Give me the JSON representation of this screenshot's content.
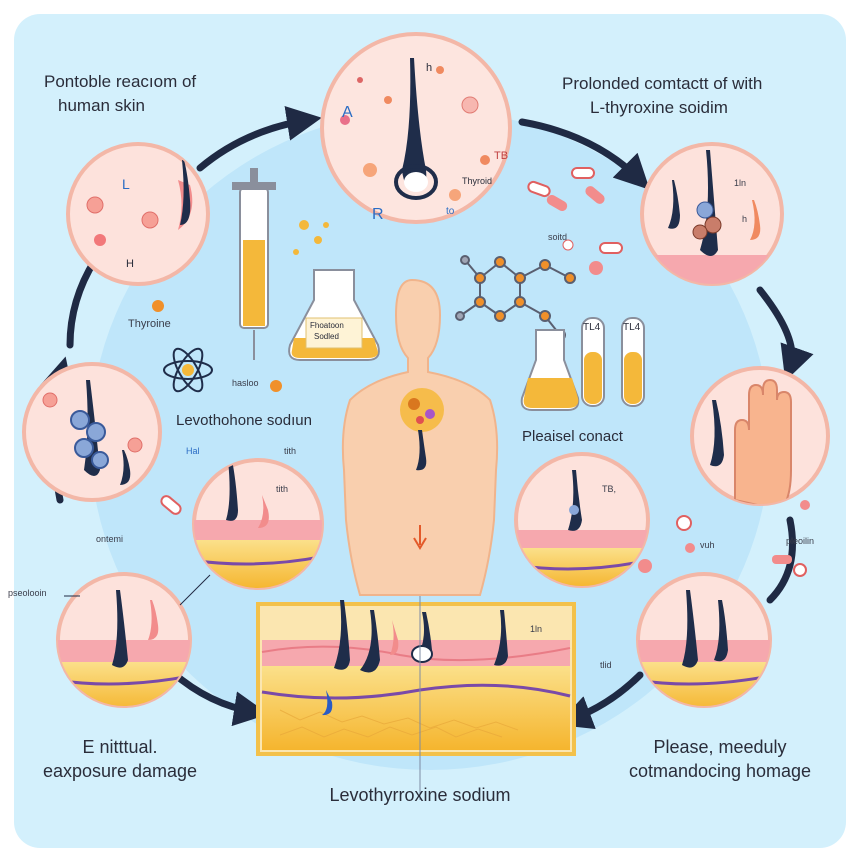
{
  "headings": {
    "top_left": [
      "Pontoble reacıom of",
      "human skin"
    ],
    "top_right": [
      "Prolonded comtactt of with",
      "L-thyroxine soidim"
    ],
    "bottom_left": [
      "E nitttual.",
      "eaxposure damage"
    ],
    "bottom_right": [
      "Please, meeduly",
      "cotmandocing homage"
    ],
    "bottom_center": "Levothyrroxine sodium"
  },
  "mid_labels": {
    "levothone": "Levothohone sodıun",
    "pleasel": "Pleaisel conact",
    "thyroxine": "Thyroine",
    "hasloo": "hasloo"
  },
  "small_labels": {
    "hal": "Hal",
    "tith_left": "tith",
    "tith_left2": "tith",
    "ontemi": "ontemi",
    "pseolooin": "pseolooin",
    "tb": "TB,",
    "vuh": "vuh",
    "pleolin": "pleoilin",
    "tlid": "tlid",
    "tin_top": "1ln",
    "h_top": "h",
    "tin_bottom": "1ln",
    "soitd": "soitd"
  },
  "cell_letters": {
    "top_circle": [
      "A",
      "h",
      "TB",
      "R",
      "to",
      "Thyroid"
    ],
    "left_circle": [
      "L",
      "H"
    ],
    "right_circle": [
      "1ln",
      "h"
    ]
  },
  "flask_label": [
    "Fhoatoon",
    "Sodled"
  ],
  "tubes": [
    "TL4",
    "TL4"
  ],
  "colors": {
    "background": "#c9ecfb",
    "arrow": "#1f2a44",
    "skin_pink": "#f6a8ae",
    "fat_yellow": "#f7c948",
    "follicle": "#1f2d4a",
    "liquid": "#f4b83a"
  }
}
